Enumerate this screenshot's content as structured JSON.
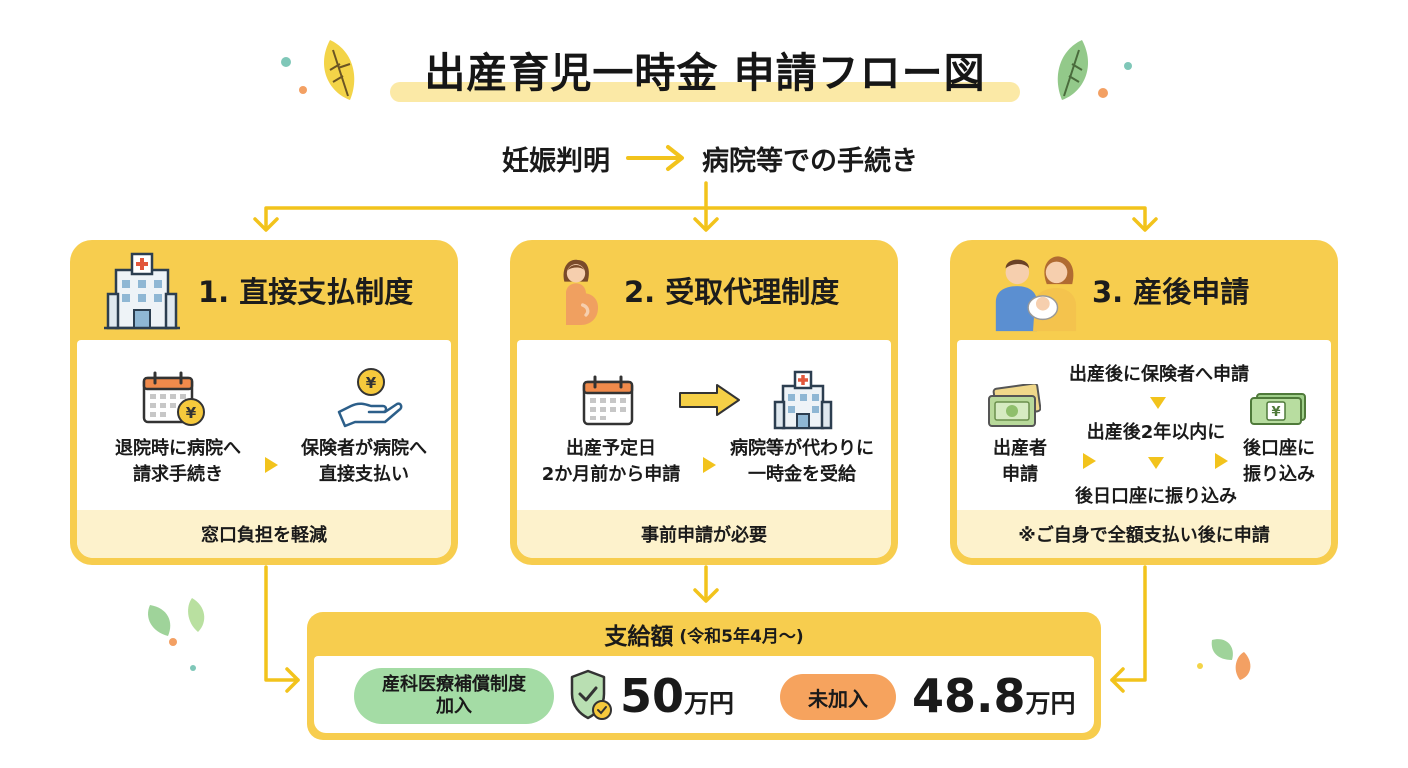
{
  "title": "出産育児一時金 申請フロー図",
  "start": {
    "from": "妊娠判明",
    "to": "病院等での手続き"
  },
  "cards": [
    {
      "title": "1. 直接支払制度",
      "step1": "退院時に病院へ\n請求手続き",
      "step2": "保険者が病院へ\n直接支払い",
      "footer": "窓口負担を軽減"
    },
    {
      "title": "2. 受取代理制度",
      "step1": "出産予定日\n2か月前から申請",
      "step2": "病院等が代わりに\n一時金を受給",
      "footer": "事前申請が必要"
    },
    {
      "title": "3. 産後申請",
      "applicant": "出産者\n申請",
      "step1": "出産後に保険者へ申請",
      "step2": "出産後2年以内に",
      "step3": "後日口座に振り込み",
      "result": "後口座に\n振り込み",
      "footer": "※ご自身で全額支払い後に申請"
    }
  ],
  "amount": {
    "title": "支給額",
    "note": "(令和5年4月〜)",
    "enrolled_label": "産科医療補償制度\n加入",
    "enrolled_value": "50",
    "not_enrolled_label": "未加入",
    "not_enrolled_value": "48.8",
    "unit": "万円"
  },
  "icons": {
    "card1": "hospital-icon",
    "card2": "pregnant-woman-icon",
    "card3": "family-with-baby-icon",
    "calendar": "calendar-icon",
    "yen_coin": "yen-coin-icon",
    "hand": "receiving-hand-icon",
    "banknote": "banknote-icon",
    "shield": "shield-check-icon"
  },
  "colors": {
    "accent_yellow": "#f7cd4e",
    "line_yellow": "#f2c31c",
    "footer_cream": "#fdf2cc",
    "enrolled_green": "#a4dca5",
    "not_enrolled_orange": "#f6a35e"
  }
}
